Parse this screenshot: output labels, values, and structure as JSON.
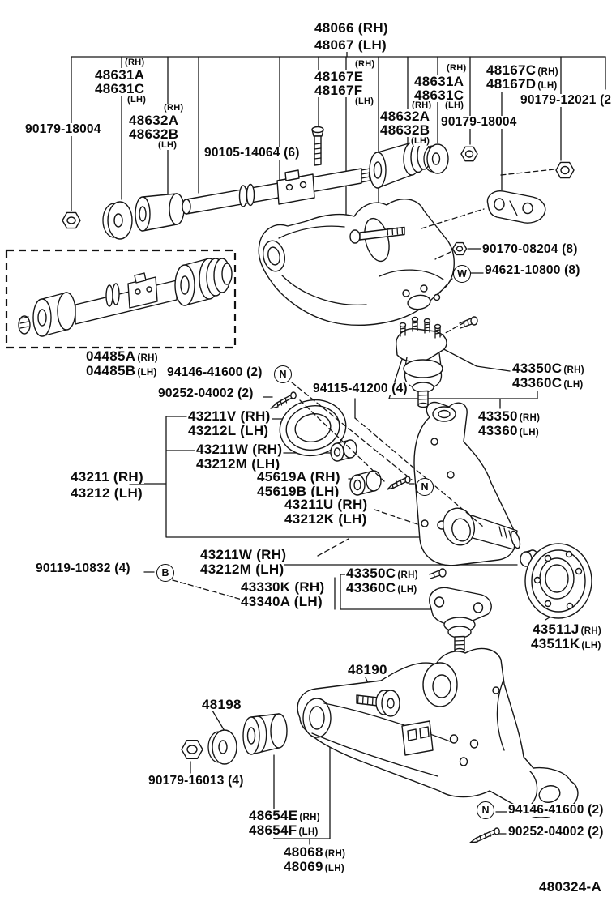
{
  "figure": {
    "code": "480324-A"
  },
  "markers": {
    "n": "N",
    "w": "W",
    "b": "B"
  },
  "labels": {
    "a48066": {
      "text": "48066 (RH)"
    },
    "a48067": {
      "text": "48067 (LH)"
    },
    "q1": {
      "text": "(RH)"
    },
    "a48631A_L": {
      "text": "48631A"
    },
    "a48631C_L": {
      "text": "48631C"
    },
    "q2": {
      "text": "(LH)"
    },
    "q3": {
      "text": "(RH)"
    },
    "a48632A_L": {
      "text": "48632A"
    },
    "a48632B_L": {
      "text": "48632B"
    },
    "q4": {
      "text": "(LH)"
    },
    "n90179_18004_L": {
      "text": "90179-18004"
    },
    "n90105": {
      "text": "90105-14064 (6)"
    },
    "a48167E": {
      "text": "48167E"
    },
    "a48167F": {
      "text": "48167F"
    },
    "q5": {
      "text": "(RH)"
    },
    "q6": {
      "text": "(LH)"
    },
    "q7": {
      "text": "(RH)"
    },
    "a48631A_R": {
      "text": "48631A"
    },
    "a48631C_R": {
      "text": "48631C"
    },
    "q8": {
      "text": "(RH)"
    },
    "q9": {
      "text": "(LH)"
    },
    "a48632A_R": {
      "text": "48632A"
    },
    "a48632B_R": {
      "text": "48632B"
    },
    "q10": {
      "text": "(LH)"
    },
    "n90179_18004_R": {
      "text": "90179-18004"
    },
    "a48167C": {
      "text": "48167C",
      "suffix": "(RH)"
    },
    "a48167D": {
      "text": "48167D",
      "suffix": "(LH)"
    },
    "n90179_12021": {
      "text": "90179-12021 (2"
    },
    "n90170": {
      "text": "90170-08204 (8)"
    },
    "n94621": {
      "text": "94621-10800 (8)"
    },
    "a04485A": {
      "text": "04485A",
      "suffix": "(RH)"
    },
    "a04485B": {
      "text": "04485B",
      "suffix": "(LH)"
    },
    "n94146_t": {
      "text": "94146-41600 (2)"
    },
    "n90252_t": {
      "text": "90252-04002 (2)"
    },
    "n94115": {
      "text": "94115-41200 (4)"
    },
    "a43211V": {
      "text": "43211V (RH)"
    },
    "a43212L": {
      "text": "43212L (LH)"
    },
    "a43211W_t": {
      "text": "43211W (RH)"
    },
    "a43212M_t": {
      "text": "43212M (LH)"
    },
    "a43211": {
      "text": "43211 (RH)"
    },
    "a43212": {
      "text": "43212 (LH)"
    },
    "a45619A": {
      "text": "45619A (RH)"
    },
    "a45619B": {
      "text": "45619B (LH)"
    },
    "a43211U": {
      "text": "43211U (RH)"
    },
    "a43212K": {
      "text": "43212K (LH)"
    },
    "a43350C_t": {
      "text": "43350C",
      "suffix": "(RH)"
    },
    "a43360C_t": {
      "text": "43360C",
      "suffix": "(LH)"
    },
    "a43350": {
      "text": "43350",
      "suffix": "(RH)"
    },
    "a43360": {
      "text": "43360",
      "suffix": "(LH)"
    },
    "a43211W_b": {
      "text": "43211W (RH)"
    },
    "a43212M_b": {
      "text": "43212M (LH)"
    },
    "n90119": {
      "text": "90119-10832 (4)"
    },
    "a43330K": {
      "text": "43330K (RH)"
    },
    "a43340A": {
      "text": "43340A (LH)"
    },
    "a43350C_b": {
      "text": "43350C",
      "suffix": "(RH)"
    },
    "a43360C_b": {
      "text": "43360C",
      "suffix": "(LH)"
    },
    "a43511J": {
      "text": "43511J",
      "suffix": "(RH)"
    },
    "a43511K": {
      "text": "43511K",
      "suffix": "(LH)"
    },
    "a48190": {
      "text": "48190"
    },
    "a48198": {
      "text": "48198"
    },
    "n90179_16013": {
      "text": "90179-16013 (4)"
    },
    "a48654E": {
      "text": "48654E",
      "suffix": "(RH)"
    },
    "a48654F": {
      "text": "48654F",
      "suffix": "(LH)"
    },
    "a48068": {
      "text": "48068",
      "suffix": "(RH)"
    },
    "a48069": {
      "text": "48069",
      "suffix": "(LH)"
    },
    "n94146_b": {
      "text": "94146-41600 (2)"
    },
    "n90252_b": {
      "text": "90252-04002 (2)"
    },
    "fig": {
      "text": "480324-A"
    }
  }
}
